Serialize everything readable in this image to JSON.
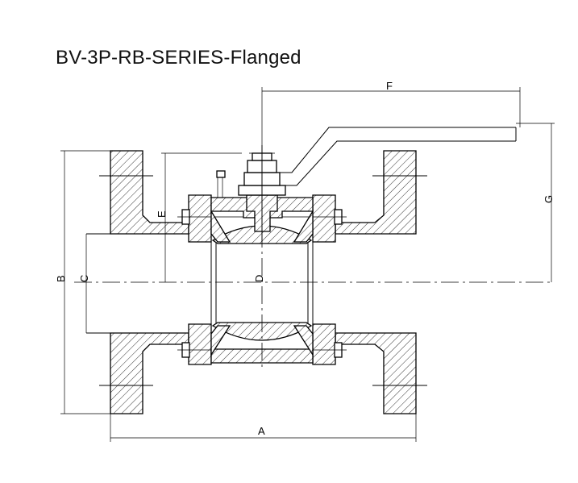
{
  "title": "BV-3P-RB-SERIES-Flanged",
  "dimensions": {
    "A": "A",
    "B": "B",
    "C": "C",
    "D": "D",
    "E": "E",
    "F": "F",
    "G": "G"
  },
  "colors": {
    "line": "#000000",
    "background": "#ffffff"
  }
}
